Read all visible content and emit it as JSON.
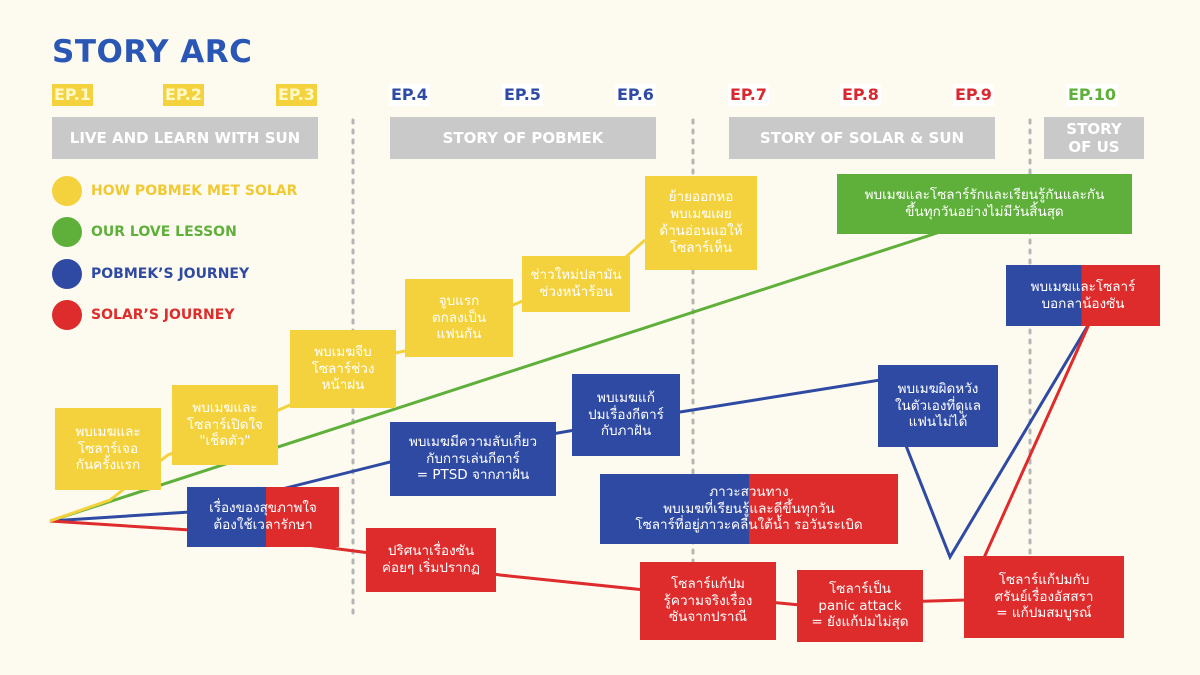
{
  "title": "STORY ARC",
  "colors": {
    "yellow": "#f3d23d",
    "green": "#5fb03a",
    "blue": "#2f4aa3",
    "red": "#de2c2c",
    "gray": "#c9c9c9"
  },
  "episodes": [
    "EP.1",
    "EP.2",
    "EP.3",
    "EP.4",
    "EP.5",
    "EP.6",
    "EP.7",
    "EP.8",
    "EP.9",
    "EP.10"
  ],
  "arcs": [
    "LIVE AND LEARN WITH SUN",
    "STORY OF POBMEK",
    "STORY OF SOLAR & SUN",
    "STORY\nOF US"
  ],
  "legend": [
    {
      "label": "HOW POBMEK MET SOLAR",
      "color": "#f3d23d"
    },
    {
      "label": "OUR LOVE LESSON",
      "color": "#5fb03a"
    },
    {
      "label": "POBMEK’S JOURNEY",
      "color": "#2f4aa3"
    },
    {
      "label": "SOLAR’S JOURNEY",
      "color": "#de2c2c"
    }
  ],
  "yellow_events": [
    "พบเมฆและ\nโซลาร์เจอ\nกันครั้งแรก",
    "พบเมฆและ\nโซลาร์เปิดใจ\n\"เช็ดตัว\"",
    "พบเมฆจีบ\nโซลาร์ช่วง\nหน้าฝน",
    "จูบแรก\nตกลงเป็น\nแฟนกัน",
    "ช่าวใหม่ปลามัน\nช่วงหน้าร้อน",
    "ย้ายออกหอ\nพบเมฆเผย\nด้านอ่อนแอให้\nโซลาร์เห็น"
  ],
  "green_event": "พบเมฆและโซลาร์รักและเรียนรู้กันและกัน\nขึ้นทุกวันอย่างไม่มีวันสิ้นสุด",
  "blue_events": [
    "พบเมฆมีความลับเกี่ยว\nกับการเล่นกีตาร์\n= PTSD จากภาฝัน",
    "พบเมฆแก้\nปมเรื่องกีตาร์\nกับภาฝัน",
    "พบเมฆผิดหวัง\nในตัวเองที่ดูแล\nแฟนไม่ได้"
  ],
  "red_events": [
    "ปริศนาเรื่องซัน\nค่อยๆ เริ่มปรากฏ",
    "โซลาร์แก้ปม\nรู้ความจริงเรื่อง\nซันจากปราณี",
    "โซลาร์เป็น\npanic attack\n= ยังแก้ปมไม่สุด",
    "โซลาร์แก้ปมกับ\nศรันย์เรื่องอัสสรา\n= แก้ปมสมบูรณ์"
  ],
  "shared_events": [
    "เรื่องของสุขภาพใจ\nต้องใช้เวลารักษา",
    "ภาวะสวนทาง\nพบเมฆที่เรียนรู้และดีขึ้นทุกวัน\nโซลาร์ที่อยู่ภาวะคลื่นใต้น้ำ รอวันระเบิด",
    "พบเมฆและโซลาร์\nบอกลาน้องซัน"
  ]
}
